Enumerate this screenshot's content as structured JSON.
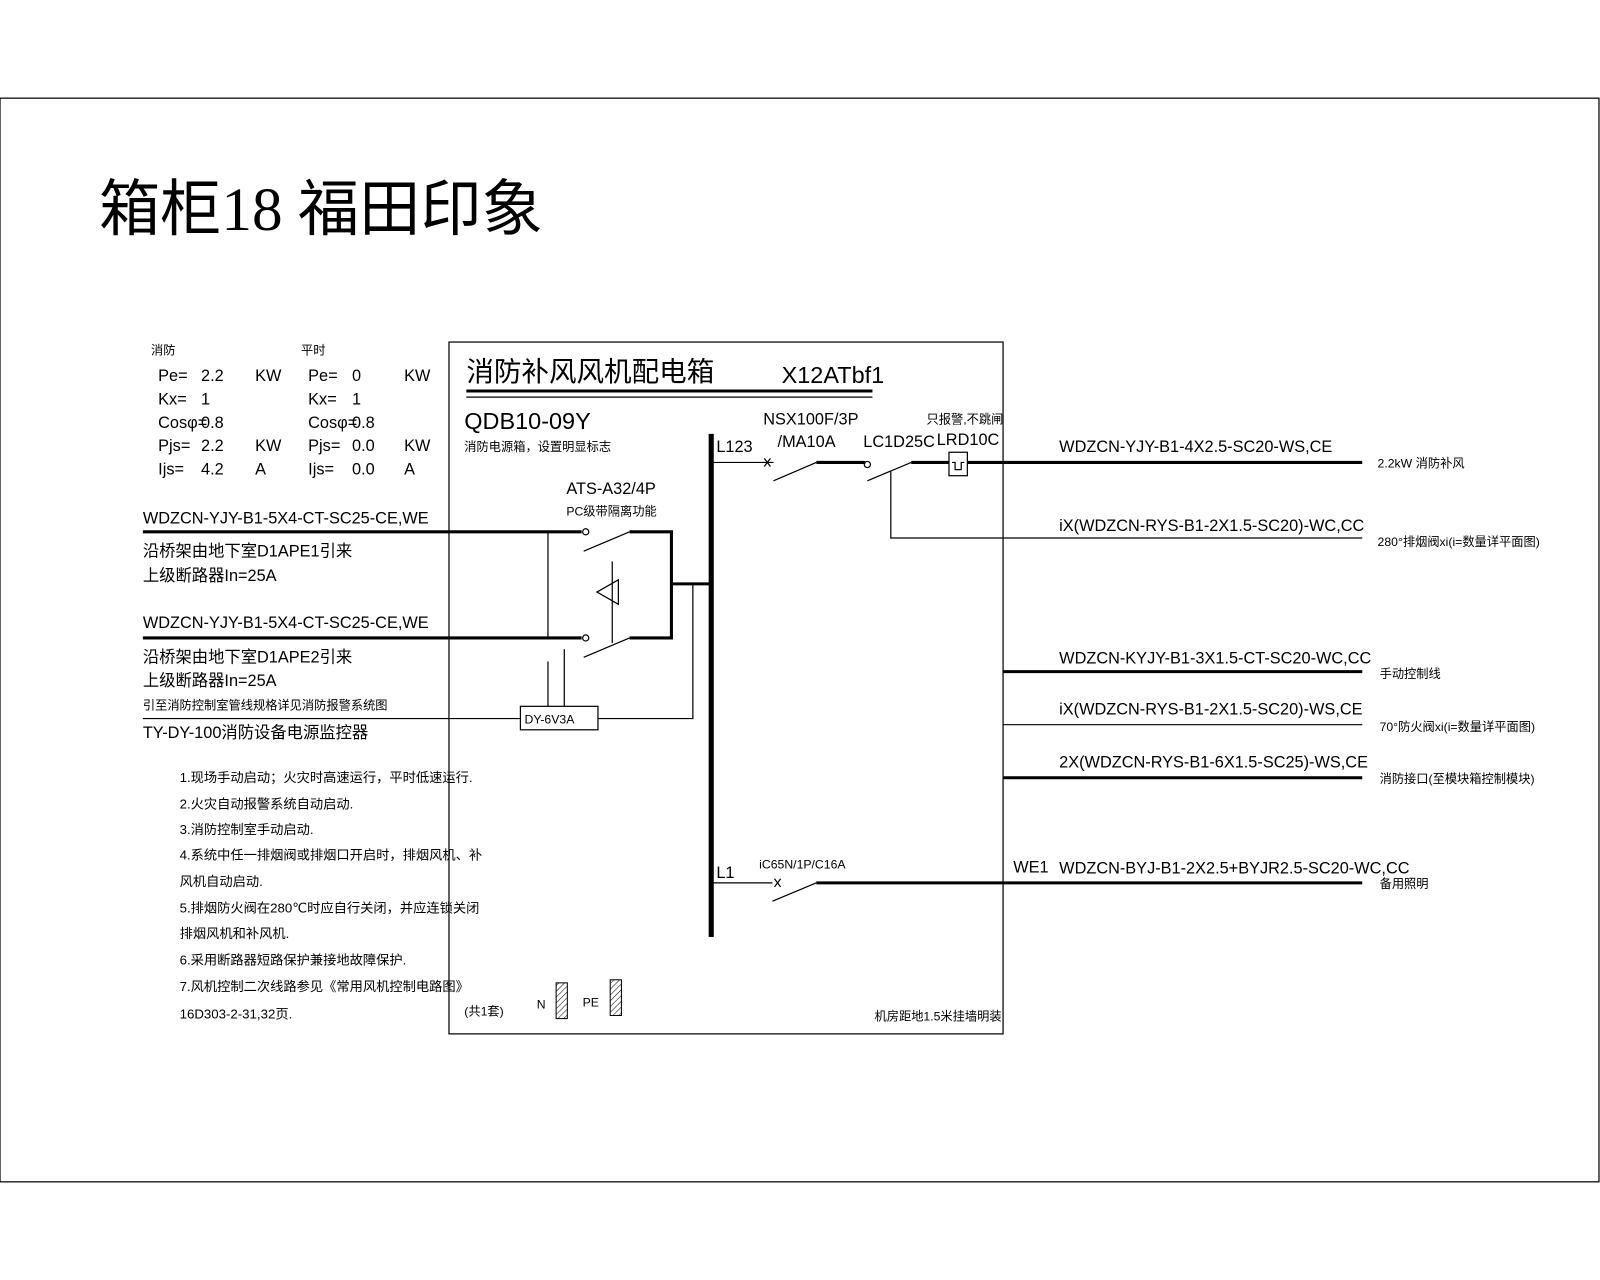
{
  "title": "箱柜18 福田印象",
  "load_table": {
    "fire": {
      "heading": "消防",
      "rows": [
        {
          "label": "Pe=",
          "value": "2.2",
          "unit": "KW"
        },
        {
          "label": "Kx=",
          "value": "1",
          "unit": ""
        },
        {
          "label": "Cosφ=",
          "value": "0.8",
          "unit": ""
        },
        {
          "label": "Pjs=",
          "value": "2.2",
          "unit": "KW"
        },
        {
          "label": "Ijs=",
          "value": "4.2",
          "unit": "A"
        }
      ]
    },
    "normal": {
      "heading": "平时",
      "rows": [
        {
          "label": "Pe=",
          "value": "0",
          "unit": "KW"
        },
        {
          "label": "Kx=",
          "value": "1",
          "unit": ""
        },
        {
          "label": "Cosφ=",
          "value": "0.8",
          "unit": ""
        },
        {
          "label": "Pjs=",
          "value": "0.0",
          "unit": "KW"
        },
        {
          "label": "Ijs=",
          "value": "0.0",
          "unit": "A"
        }
      ]
    }
  },
  "incoming": [
    {
      "cable": "WDZCN-YJY-B1-5X4-CT-SC25-CE,WE",
      "source": "沿桥架由地下室D1APE1引来",
      "upstream": "上级断路器In=25A"
    },
    {
      "cable": "WDZCN-YJY-B1-5X4-CT-SC25-CE,WE",
      "source": "沿桥架由地下室D1APE2引来",
      "upstream": "上级断路器In=25A"
    }
  ],
  "monitor": {
    "note": "引至消防控制室管线规格详见消防报警系统图",
    "device": "TY-DY-100消防设备电源监控器",
    "module": "DY-6V3A"
  },
  "notes": [
    "1.现场手动启动；火灾时高速运行，平时低速运行.",
    "2.火灾自动报警系统自动启动.",
    "3.消防控制室手动启动.",
    "4.系统中任一排烟阀或排烟口开启时，排烟风机、补",
    "风机自动启动.",
    "5.排烟防火阀在280℃时应自行关闭，并应连锁关闭",
    "排烟风机和补风机.",
    "6.采用断路器短路保护兼接地故障保护.",
    "7.风机控制二次线路参见《常用风机控制电路图》",
    "16D303-2-31,32页."
  ],
  "panel": {
    "name": "消防补风风机配电箱",
    "code": "X12ATbf1",
    "model": "QDB10-09Y",
    "model_note": "消防电源箱，设置明显标志",
    "ats": "ATS-A32/4P",
    "ats_note": "PC级带隔离功能",
    "qty": "(共1套)",
    "n_label": "N",
    "pe_label": "PE",
    "install": "机房距地1.5米挂墙明装"
  },
  "circuits": {
    "main": {
      "phase": "L123",
      "breaker_1": "NSX100F/3P",
      "breaker_2": "/MA10A",
      "contactor": "LC1D25C",
      "relay_note": "只报警,不跳闸",
      "relay": "LRD10C",
      "cable": "WDZCN-YJY-B1-4X2.5-SC20-WS,CE",
      "load": "2.2kW   消防补风"
    },
    "signal": {
      "cable": "iX(WDZCN-RYS-B1-2X1.5-SC20)-WC,CC",
      "load": "280°排烟阀xi(i=数量详平面图)"
    },
    "control": [
      {
        "cable": "WDZCN-KYJY-B1-3X1.5-CT-SC20-WC,CC",
        "load": "手动控制线"
      },
      {
        "cable": "iX(WDZCN-RYS-B1-2X1.5-SC20)-WS,CE",
        "load": "70°防火阀xi(i=数量详平面图)"
      },
      {
        "cable": "2X(WDZCN-RYS-B1-6X1.5-SC25)-WS,CE",
        "load": "消防接口(至模块箱控制模块)"
      }
    ],
    "lighting": {
      "phase": "L1",
      "breaker": "iC65N/1P/C16A",
      "id": "WE1",
      "cable": "WDZCN-BYJ-B1-2X2.5+BYJR2.5-SC20-WC,CC",
      "load": "备用照明"
    }
  }
}
